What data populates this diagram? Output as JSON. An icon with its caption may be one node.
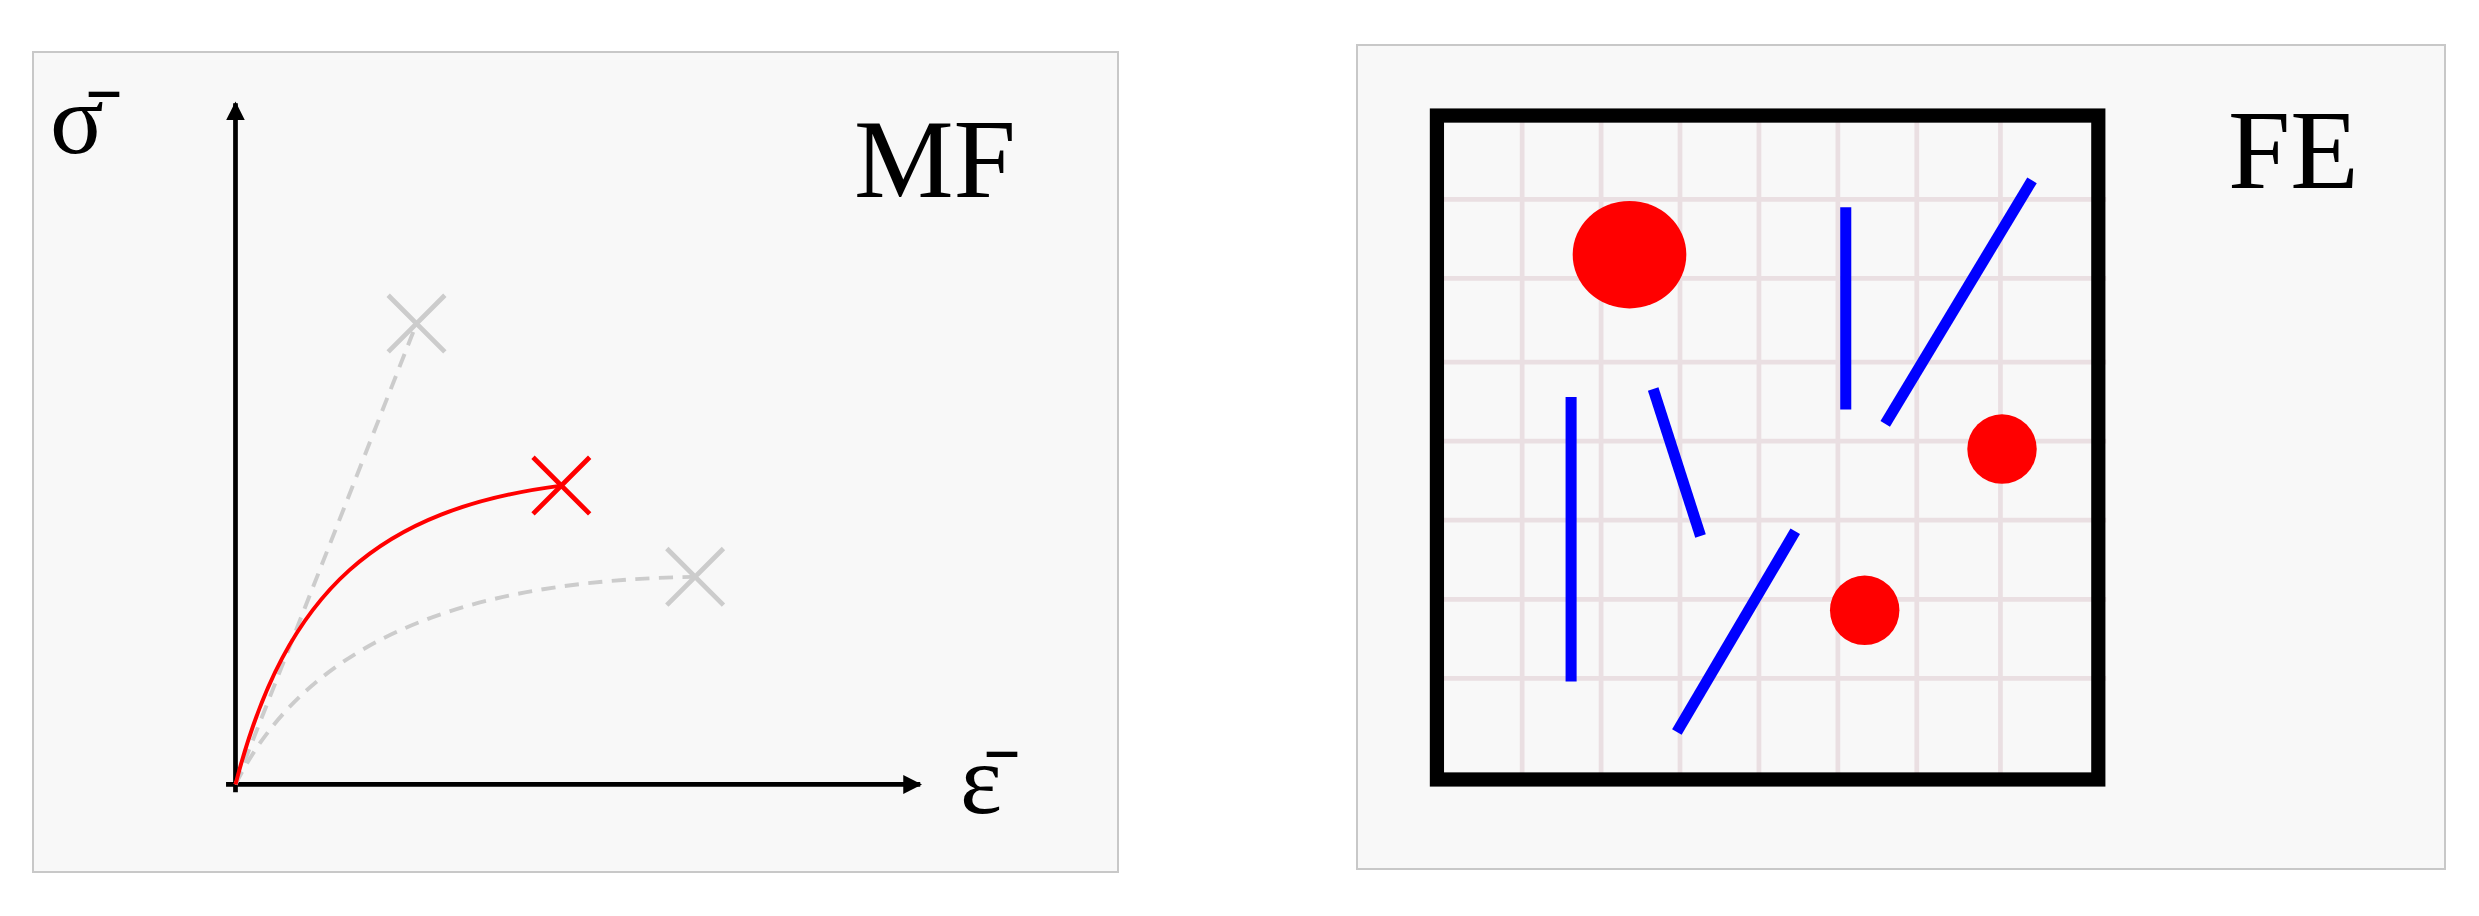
{
  "diagram": {
    "nodes": [
      {
        "text": [
          "MF"
        ]
      },
      {
        "text": [
          "FE"
        ]
      }
    ],
    "labels": [
      "σ̄",
      "ε̄"
    ]
  }
}
